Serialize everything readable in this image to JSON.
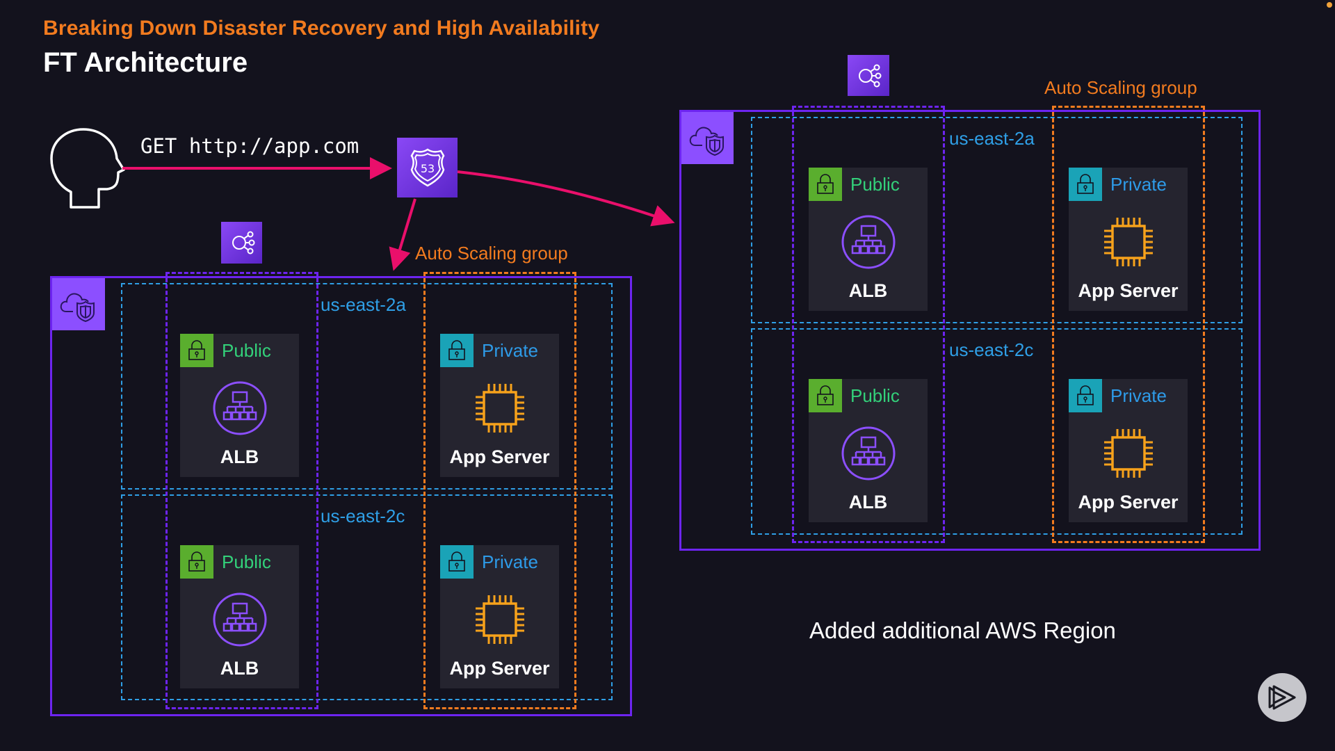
{
  "header": {
    "subtitle": "Breaking Down Disaster Recovery and High Availability",
    "title": "FT Architecture"
  },
  "request": {
    "label": "GET http://app.com",
    "client_icon": "person-head-icon",
    "dns_icon": "route53-icon",
    "dns_badge_text": "53"
  },
  "colors": {
    "accent_orange": "#f27b1f",
    "region_border": "#6d24f0",
    "az_border": "#2f9fe6",
    "arrow": "#ea0f6b",
    "public_badge": "#5aae2e",
    "private_badge": "#1aa3b7",
    "public_text": "#33d17a",
    "private_text": "#2e9be8"
  },
  "regions": [
    {
      "id": "primary",
      "vpc_icon": "vpc-cloud-shield-icon",
      "elb_icon": "elastic-load-balancing-icon",
      "asg_label": "Auto Scaling group",
      "azs": [
        {
          "label": "us-east-2a",
          "public": {
            "tag": "Public",
            "name": "ALB",
            "icon": "alb-icon"
          },
          "private": {
            "tag": "Private",
            "name": "App Server",
            "icon": "ec2-chip-icon"
          }
        },
        {
          "label": "us-east-2c",
          "public": {
            "tag": "Public",
            "name": "ALB",
            "icon": "alb-icon"
          },
          "private": {
            "tag": "Private",
            "name": "App Server",
            "icon": "ec2-chip-icon"
          }
        }
      ]
    },
    {
      "id": "secondary",
      "vpc_icon": "vpc-cloud-shield-icon",
      "elb_icon": "elastic-load-balancing-icon",
      "asg_label": "Auto Scaling group",
      "azs": [
        {
          "label": "us-east-2a",
          "public": {
            "tag": "Public",
            "name": "ALB",
            "icon": "alb-icon"
          },
          "private": {
            "tag": "Private",
            "name": "App Server",
            "icon": "ec2-chip-icon"
          }
        },
        {
          "label": "us-east-2c",
          "public": {
            "tag": "Public",
            "name": "ALB",
            "icon": "alb-icon"
          },
          "private": {
            "tag": "Private",
            "name": "App Server",
            "icon": "ec2-chip-icon"
          }
        }
      ]
    }
  ],
  "note": "Added additional AWS Region",
  "player": {
    "icon": "play-logo-icon"
  }
}
